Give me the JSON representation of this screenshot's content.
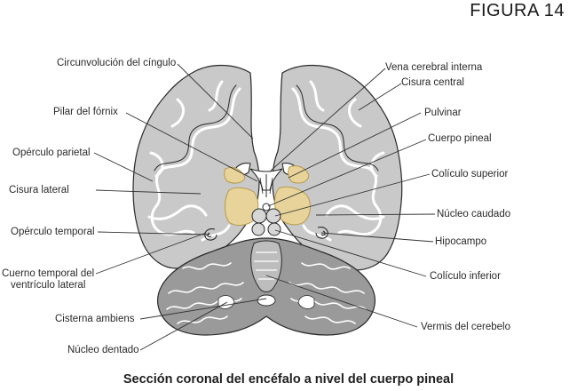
{
  "figure_label": "FIGURA 14",
  "caption": "Sección coronal del encéfalo a nivel del cuerpo pineal",
  "labels": {
    "circunvolucion_cingulo": "Circunvolución del cíngulo",
    "pilar_fornix": "Pilar del fórnix",
    "operculo_parietal": "Opérculo parietal",
    "cisura_lateral": "Cisura lateral",
    "operculo_temporal": "Opérculo temporal",
    "cuerno_temporal_1": "Cuerno temporal del",
    "cuerno_temporal_2": "ventrículo lateral",
    "cisterna_ambiens": "Cisterna ambiens",
    "nucleo_dentado": "Núcleo dentado",
    "vena_cerebral_interna": "Vena cerebral interna",
    "cisura_central": "Cisura central",
    "pulvinar": "Pulvinar",
    "cuerpo_pineal": "Cuerpo pineal",
    "coliculo_superior": "Colículo superior",
    "nucleo_caudado": "Núcleo caudado",
    "hipocampo": "Hipocampo",
    "coliculo_inferior": "Colículo inferior",
    "vermis_cerebelo": "Vermis del cerebelo"
  },
  "colors": {
    "cortex": "#c9c9c9",
    "outline": "#2a2a2a",
    "pulvinar": "#e8d49a",
    "cerebellum": "#9a9a9a",
    "line": "#333333"
  }
}
